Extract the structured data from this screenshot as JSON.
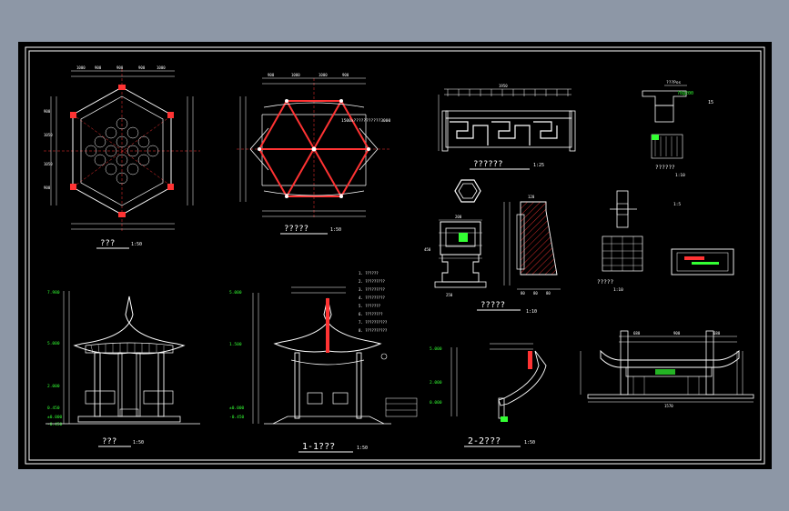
{
  "colors": {
    "background": "#000000",
    "frame": "#ffffff",
    "red": "#ff3333",
    "green": "#33ff33",
    "yellow": "#ffee33",
    "cyan": "#33ffff",
    "margin": "#8d97a6"
  },
  "views": {
    "plan": {
      "title": "???",
      "scale": "1:50",
      "dims_top": [
        "1000",
        "900",
        "900",
        "900",
        "1000"
      ],
      "dims_left": [
        "900",
        "1050",
        "1050",
        "900"
      ]
    },
    "roof_plan": {
      "title": "?????",
      "scale": "1:50",
      "dims_top": [
        "900",
        "1000",
        "1000",
        "900"
      ],
      "note": "1500x???????????3000"
    },
    "railing_elev": {
      "title": "??????",
      "scale": "1:25",
      "overall": "1950"
    },
    "detail_top_right": {
      "title": "??????",
      "scale": "1:10",
      "note1": "???Pos",
      "note2": "?8@200",
      "tag": "15"
    },
    "post_detail": {
      "dims": [
        "450",
        "200",
        "250"
      ]
    },
    "section_detail": {
      "title": "?????",
      "scale": "1:10",
      "dims": [
        "120",
        "80",
        "80",
        "80"
      ]
    },
    "detail_mid_right": {
      "title": "?????",
      "scale": "1:10",
      "tag": "1:5"
    },
    "front_elev": {
      "title": "???",
      "scale": "1:50",
      "levels": [
        "7.980",
        "5.000",
        "2.000",
        "0.450",
        "±0.000",
        "-0.450"
      ]
    },
    "section_1": {
      "title": "1-1???",
      "scale": "1:50",
      "levels": [
        "5.000",
        "1.500",
        "±0.000",
        "-0.450"
      ],
      "notes": [
        "1. ??????",
        "2. ?????????",
        "3. ?????????",
        "4. ?????????",
        "5. ???????",
        "6. ????????",
        "7. ??????????",
        "8. ??????????"
      ]
    },
    "section_2": {
      "title": "2-2???",
      "scale": "1:50",
      "levels": [
        "5.000",
        "2.000",
        "0.000"
      ]
    },
    "base_elev": {
      "dims": [
        "680",
        "900",
        "680",
        "1570"
      ]
    }
  }
}
